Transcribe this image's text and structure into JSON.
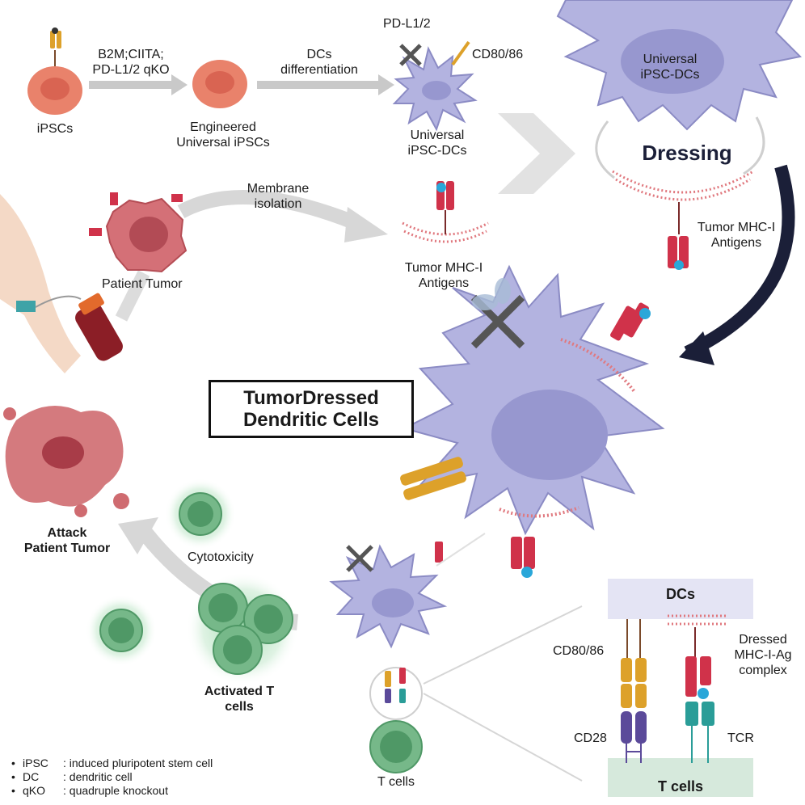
{
  "colors": {
    "dc_body": "#b3b3e0",
    "dc_outline": "#8b8bc4",
    "dc_nucleus": "#9797cf",
    "tumor": "#cf6b70",
    "ipsc": "#e9826b",
    "tcell": "#76b889",
    "mhc_red": "#d0324a",
    "cd80_orange": "#dda12a",
    "cd28_purple": "#5b4a9a",
    "tcr_teal": "#2a9d98",
    "membrane": "#e0787e",
    "arrow_gray": "#d4d4d4",
    "arrow_navy": "#1b1f38",
    "dcs_band": "#e4e4f4",
    "tcells_band": "#d6e9dc"
  },
  "icons": [
    "cross-blocked-receptor-icon",
    "arm-blood-draw-icon",
    "blood-tube-icon"
  ],
  "labels": {
    "ipscs": "iPSCs",
    "step1_top": "B2M;CIITA;\nPD-L1/2 qKO",
    "engineered": "Engineered\nUniversal iPSCs",
    "step2_top": "DCs\ndifferentiation",
    "pdl12": "PD-L1/2",
    "cd80_86_top": "CD80/86",
    "universal_dcs_small": "Universal\niPSC-DCs",
    "universal_dcs_big": "Universal\niPSC-DCs",
    "dressing": "Dressing",
    "membrane_isolation": "Membrane\nisolation",
    "patient_tumor": "Patient Tumor",
    "tumor_mhc_mid": "Tumor MHC-I\nAntigens",
    "tumor_mhc_right": "Tumor MHC-I\nAntigens",
    "title": "TumorDressed\nDendritic Cells",
    "attack": "Attack\nPatient Tumor",
    "cytotoxicity": "Cytotoxicity",
    "activated": "Activated T\ncells",
    "t_cells_bottom": "T cells",
    "dcs_band": "DCs",
    "cd80_86_detail": "CD80/86",
    "dressed_complex": "Dressed\nMHC-I-Ag\ncomplex",
    "cd28": "CD28",
    "tcr": "TCR",
    "t_cells_band": "T cells"
  },
  "legend": [
    {
      "bullet": "•",
      "key": "iPSC",
      "desc": ": induced pluripotent stem cell"
    },
    {
      "bullet": "•",
      "key": "DC",
      "desc": ": dendritic cell"
    },
    {
      "bullet": "•",
      "key": "qKO",
      "desc": ": quadruple knockout"
    }
  ]
}
